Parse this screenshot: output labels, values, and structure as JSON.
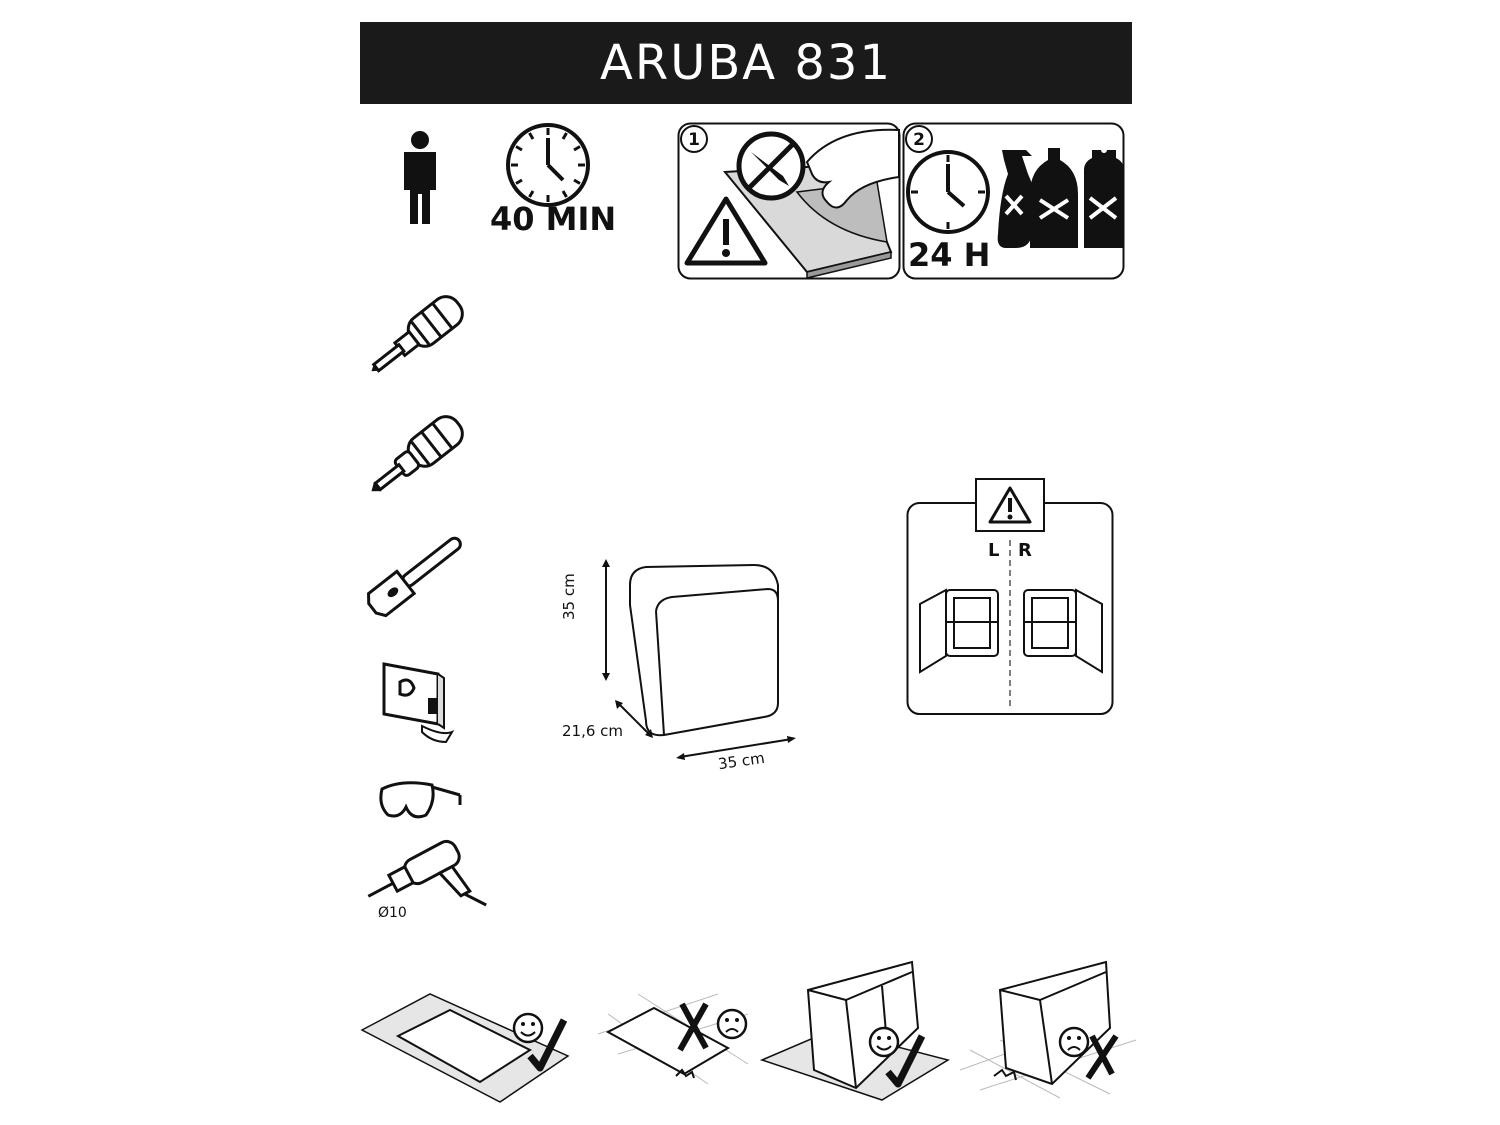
{
  "header": {
    "title": "ARUBA 831"
  },
  "assembly": {
    "persons_icon": "person-icon",
    "time_icon": "clock-icon",
    "time_label": "40 MIN"
  },
  "warnings": {
    "panel1": {
      "number": "1",
      "icons": [
        "no-knife-icon",
        "warning-triangle-icon",
        "peel-film-icon"
      ]
    },
    "panel2": {
      "number": "2",
      "wait_label": "24 H",
      "icons": [
        "clock-icon",
        "spray-bottle-icon",
        "detergent-bottle-icon",
        "aerosol-can-icon"
      ]
    }
  },
  "tools": {
    "items": [
      {
        "icon": "flathead-screwdriver-icon"
      },
      {
        "icon": "phillips-screwdriver-icon"
      },
      {
        "icon": "hammer-icon"
      },
      {
        "icon": "tape-measure-icon"
      },
      {
        "icon": "safety-glasses-icon"
      },
      {
        "icon": "drill-icon",
        "label": "Ø10"
      }
    ]
  },
  "dimensions": {
    "height": "35 cm",
    "depth": "21,6 cm",
    "width": "35 cm"
  },
  "orientation": {
    "left_label": "L",
    "right_label": "R",
    "icon": "warning-triangle-icon"
  },
  "surface_tips": [
    {
      "icon": "smiley-icon",
      "mark": "check-icon"
    },
    {
      "icon": "frown-icon",
      "mark": "cross-icon"
    },
    {
      "icon": "smiley-icon",
      "mark": "check-icon"
    },
    {
      "icon": "frown-icon",
      "mark": "cross-icon"
    }
  ]
}
